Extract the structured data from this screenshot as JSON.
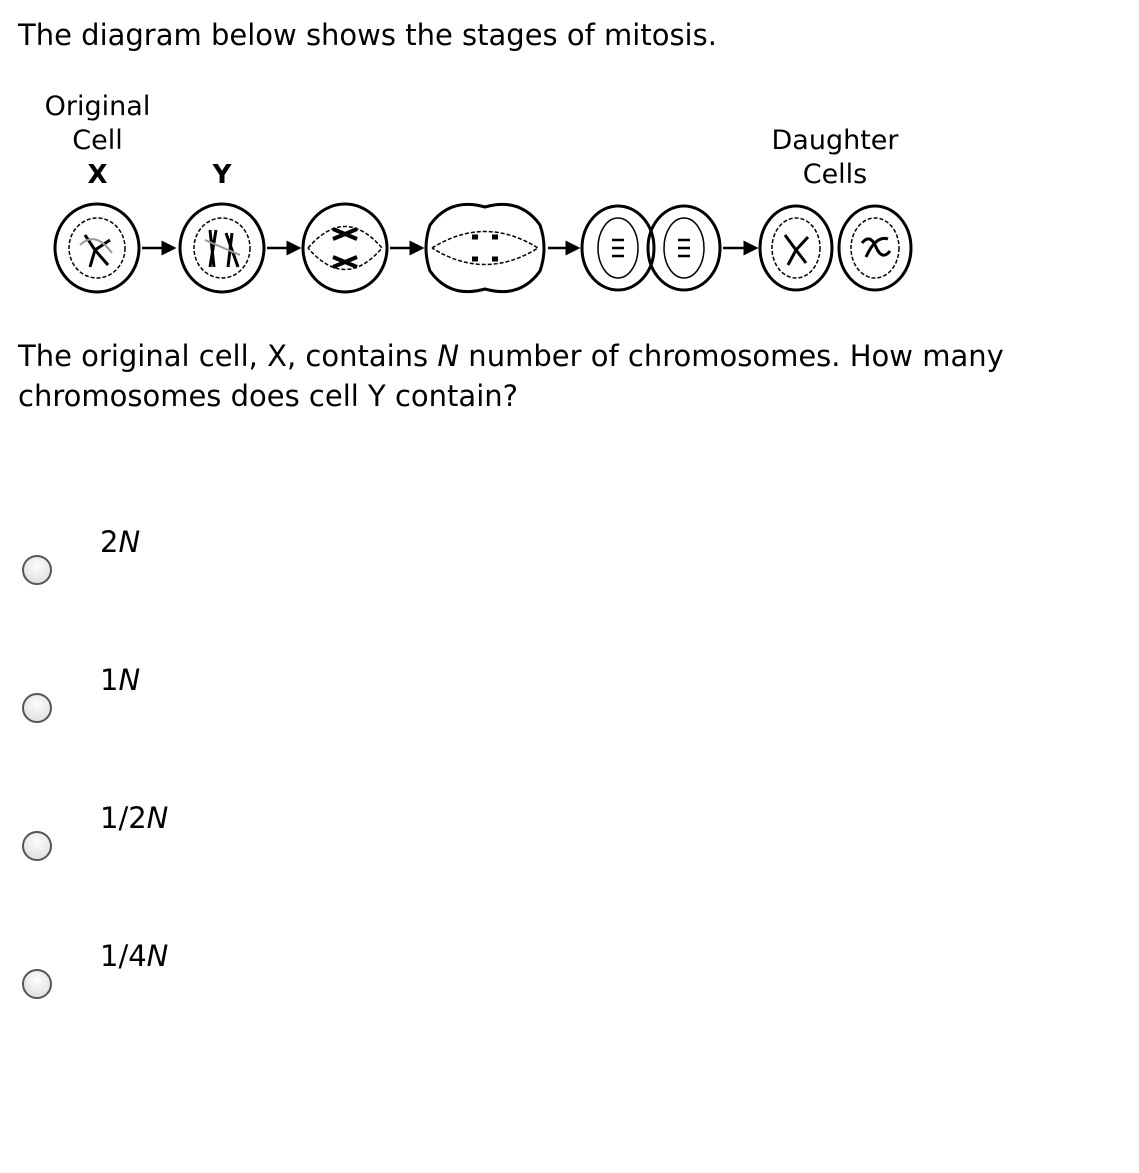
{
  "intro": "The diagram below shows the stages of mitosis.",
  "diagram": {
    "label_original": "Original",
    "label_cell": "Cell",
    "label_x": "X",
    "label_y": "Y",
    "label_daughter": "Daughter",
    "label_cells": "Cells"
  },
  "question": {
    "part1": "The original cell, X, contains ",
    "var": "N",
    "part2": " number of chromosomes. How many chromosomes does cell Y contain?"
  },
  "options": [
    {
      "num": "2",
      "var": "N"
    },
    {
      "num": "1",
      "var": "N"
    },
    {
      "num": "1/2",
      "var": "N"
    },
    {
      "num": "1/4",
      "var": "N"
    }
  ]
}
